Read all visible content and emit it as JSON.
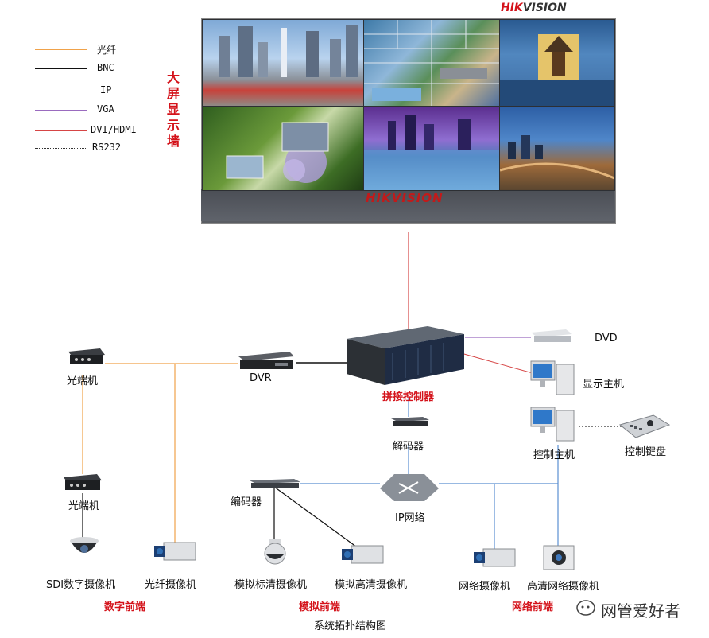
{
  "legend": [
    {
      "label": "光纤",
      "color": "#f0a24a",
      "style": "solid"
    },
    {
      "label": "BNC",
      "color": "#111111",
      "style": "solid"
    },
    {
      "label": "IP",
      "color": "#5b8fd1",
      "style": "solid"
    },
    {
      "label": "VGA",
      "color": "#9a6bbf",
      "style": "solid"
    },
    {
      "label": "DVI/HDMI",
      "color": "#d64545",
      "style": "solid"
    },
    {
      "label": "RS232",
      "color": "#333333",
      "style": "dotted"
    }
  ],
  "video_wall": {
    "title": "大屏显示墙",
    "brand_top_hik": "HIK",
    "brand_top_vision": "VISION",
    "brand_wall": "HIKVISION"
  },
  "nodes": {
    "optical_1": "光端机",
    "dvr": "DVR",
    "controller": "拼接控制器",
    "dvd": "DVD",
    "display_host": "显示主机",
    "decoder": "解码器",
    "control_host": "控制主机",
    "control_keyboard": "控制键盘",
    "optical_2": "光端机",
    "encoder": "编码器",
    "ip_network": "IP网络",
    "sdi_camera": "SDI数字摄像机",
    "fiber_camera": "光纤摄像机",
    "analog_sd_camera": "模拟标清摄像机",
    "analog_hd_camera": "模拟高清摄像机",
    "network_camera": "网络摄像机",
    "hd_network_camera": "高清网络摄像机"
  },
  "groups": {
    "digital": "数字前端",
    "analog": "模拟前端",
    "network": "网络前端"
  },
  "caption": "系统拓扑结构图",
  "watermark": "网管爱好者"
}
